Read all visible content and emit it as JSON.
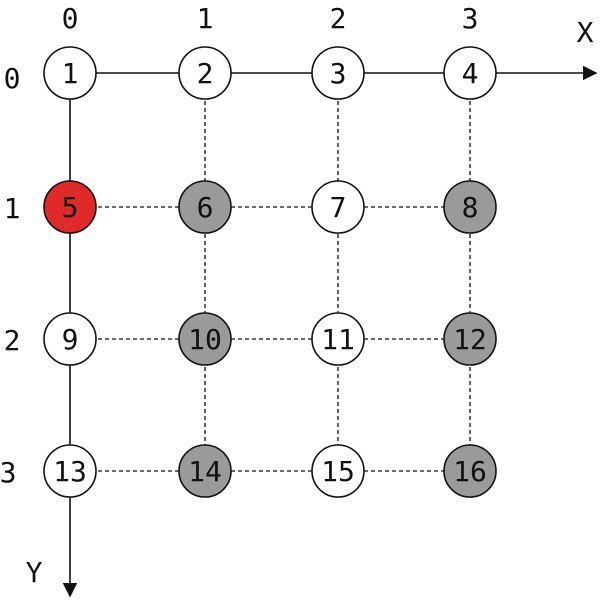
{
  "axes": {
    "x_label": "X",
    "y_label": "Y",
    "column_labels": [
      "0",
      "1",
      "2",
      "3"
    ],
    "row_labels": [
      "0",
      "1",
      "2",
      "3"
    ]
  },
  "colors": {
    "stroke": "#111111",
    "white_fill": "#ffffff",
    "gray_fill": "#9a9a9a",
    "red_fill": "#e02a2a"
  },
  "nodes": [
    {
      "label": "1",
      "col": 0,
      "row": 0,
      "state": "white"
    },
    {
      "label": "2",
      "col": 1,
      "row": 0,
      "state": "white"
    },
    {
      "label": "3",
      "col": 2,
      "row": 0,
      "state": "white"
    },
    {
      "label": "4",
      "col": 3,
      "row": 0,
      "state": "white"
    },
    {
      "label": "5",
      "col": 0,
      "row": 1,
      "state": "red"
    },
    {
      "label": "6",
      "col": 1,
      "row": 1,
      "state": "gray"
    },
    {
      "label": "7",
      "col": 2,
      "row": 1,
      "state": "white"
    },
    {
      "label": "8",
      "col": 3,
      "row": 1,
      "state": "gray"
    },
    {
      "label": "9",
      "col": 0,
      "row": 2,
      "state": "white"
    },
    {
      "label": "10",
      "col": 1,
      "row": 2,
      "state": "gray"
    },
    {
      "label": "11",
      "col": 2,
      "row": 2,
      "state": "white"
    },
    {
      "label": "12",
      "col": 3,
      "row": 2,
      "state": "gray"
    },
    {
      "label": "13",
      "col": 0,
      "row": 3,
      "state": "white"
    },
    {
      "label": "14",
      "col": 1,
      "row": 3,
      "state": "gray"
    },
    {
      "label": "15",
      "col": 2,
      "row": 3,
      "state": "white"
    },
    {
      "label": "16",
      "col": 3,
      "row": 3,
      "state": "gray"
    }
  ]
}
